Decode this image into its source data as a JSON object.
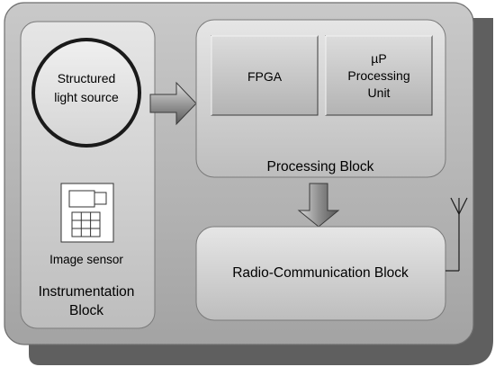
{
  "diagram": {
    "instrumentation_block": {
      "title_line1": "Instrumentation",
      "title_line2": "Block",
      "light_source_line1": "Structured",
      "light_source_line2": "light source",
      "image_sensor_label": "Image sensor"
    },
    "processing_block": {
      "title": "Processing Block",
      "fpga_label": "FPGA",
      "up_line1": "µP",
      "up_line2": "Processing",
      "up_line3": "Unit"
    },
    "radio_block": {
      "title": "Radio-Communication Block"
    },
    "icons": [
      "image-sensor-icon",
      "antenna-icon",
      "arrow-right-icon",
      "arrow-down-icon"
    ]
  }
}
